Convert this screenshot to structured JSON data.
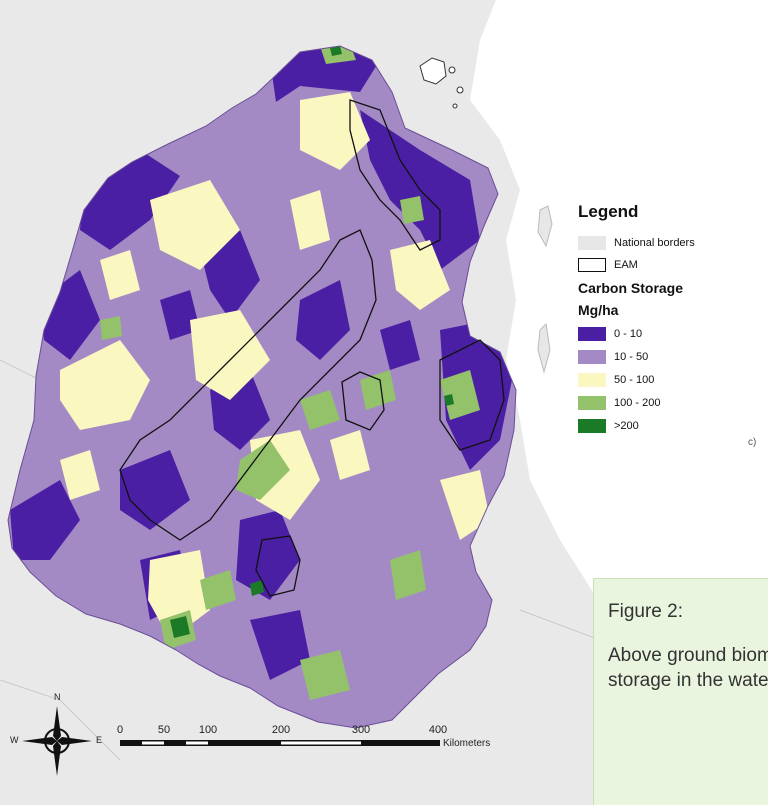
{
  "legend": {
    "title": "Legend",
    "national_borders_label": "National borders",
    "eam_label": "EAM",
    "carbon_heading": "Carbon Storage",
    "unit_heading": "Mg/ha",
    "classes": [
      {
        "label": "0 - 10",
        "color": "#4b1fa3"
      },
      {
        "label": "10 - 50",
        "color": "#a48ac4"
      },
      {
        "label": "50 - 100",
        "color": "#fbf7c1"
      },
      {
        "label": "100 - 200",
        "color": "#93c26a"
      },
      {
        "label": ">200",
        "color": "#1a7a26"
      }
    ],
    "border_fill_color": "#e7e7e7"
  },
  "caption": {
    "title": "Figure 2:",
    "text": "Above ground biomass carbon storage in the watersheds."
  },
  "fragment_label": "c)",
  "scale_bar": {
    "ticks": [
      "0",
      "50",
      "100",
      "200",
      "300",
      "400"
    ],
    "unit": "Kilometers"
  },
  "compass": {
    "north": "N",
    "west": "W",
    "east": "E"
  }
}
